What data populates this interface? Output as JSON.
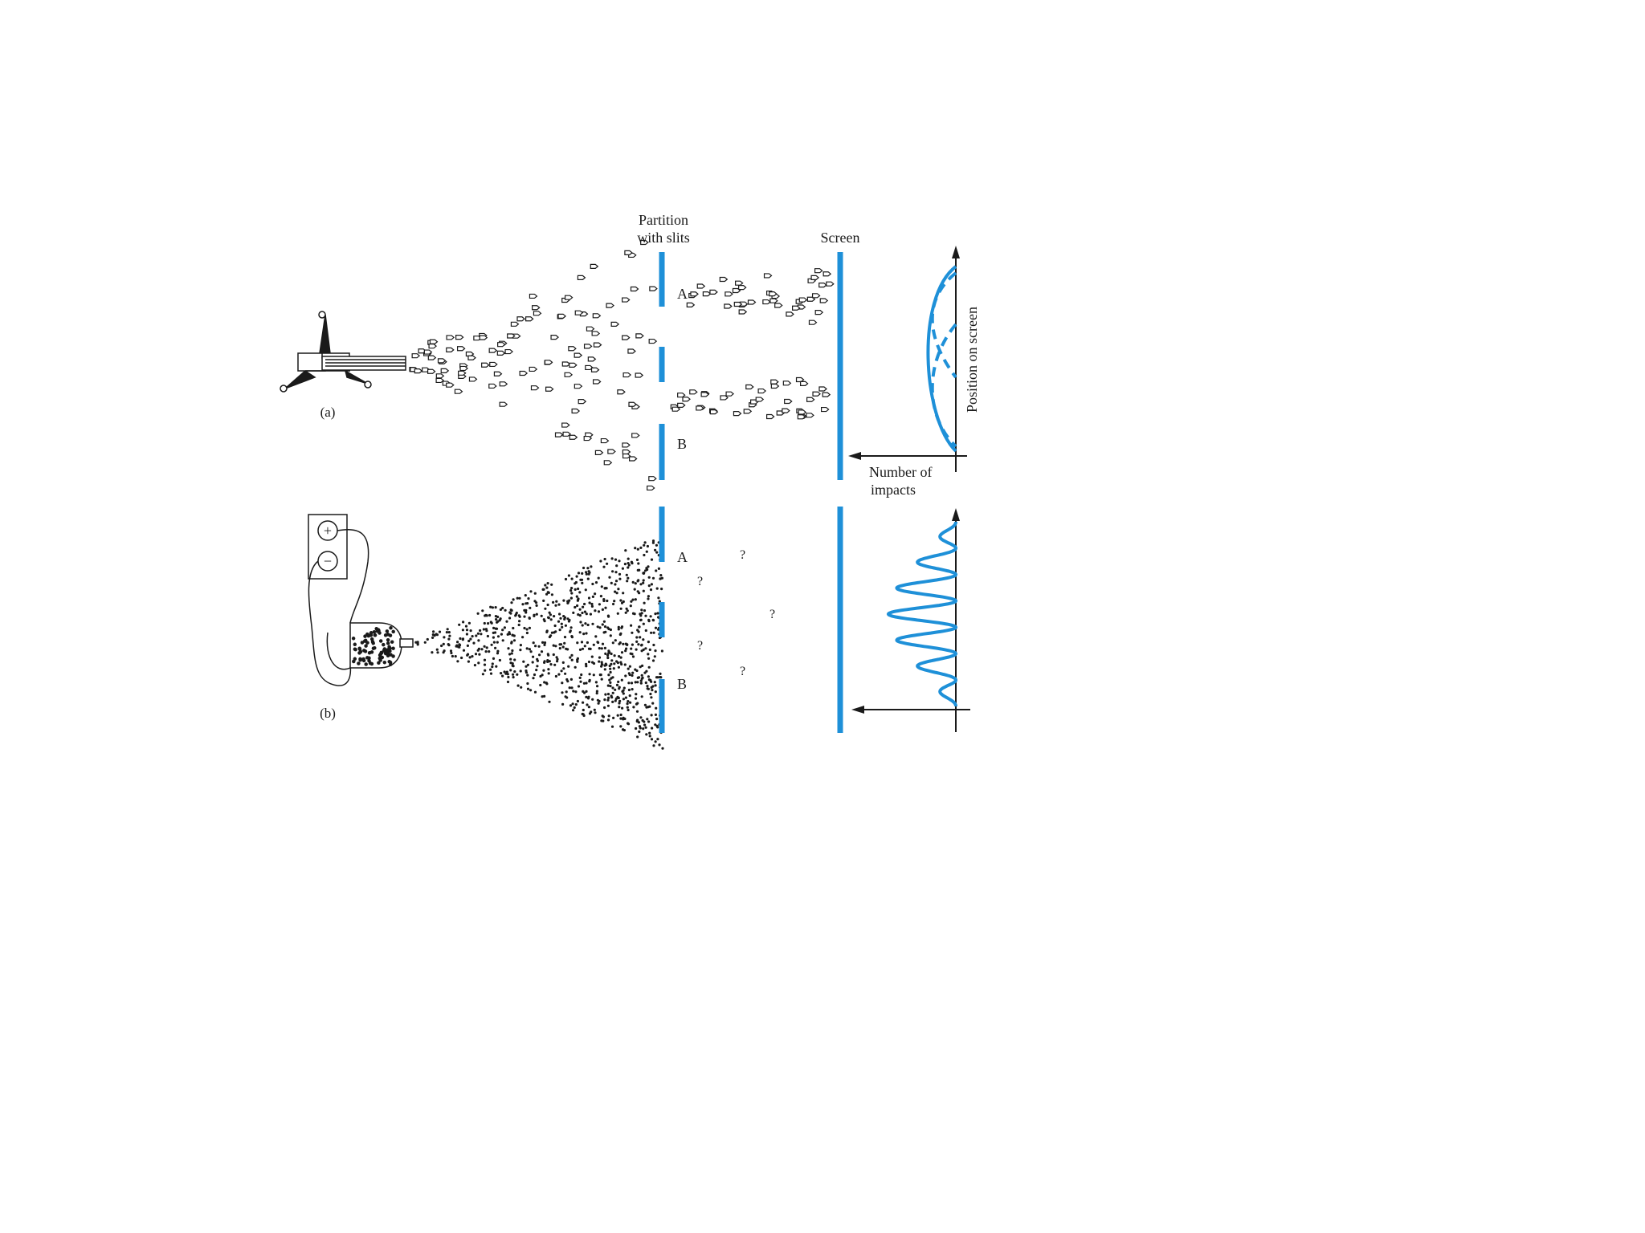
{
  "labels": {
    "partition_line1": "Partition",
    "partition_line2": "with slits",
    "screen": "Screen",
    "slit_a": "A",
    "slit_b": "B",
    "panel_a": "(a)",
    "panel_b": "(b)",
    "x_axis_line1": "Number of",
    "x_axis_line2": "impacts",
    "y_axis": "Position on screen",
    "question_mark": "?"
  },
  "source_b_symbols": {
    "plus": "+",
    "minus": "−"
  },
  "colors": {
    "barrier": "#1e90d8",
    "curve": "#1e90d8",
    "ink": "#1a1a1a",
    "background": "#ffffff"
  },
  "icons": [
    "machine-gun-icon",
    "electron-gun-icon",
    "power-supply-icon"
  ]
}
